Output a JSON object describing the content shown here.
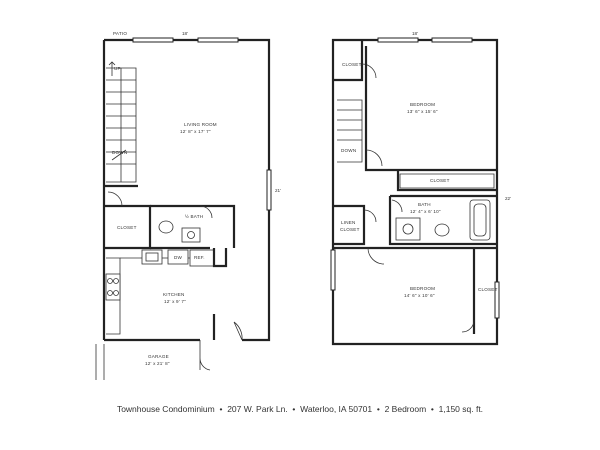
{
  "first_floor": {
    "patio": "PATIO",
    "width_dim": "18'",
    "depth_dim": "21'",
    "stairs_up": "UP",
    "stairs_down": "DOWN",
    "living_room": {
      "name": "LIVING ROOM",
      "size": "12' 8\" x 17' 7\""
    },
    "half_bath": "½ BATH",
    "closet": "CLOSET",
    "dishwasher": "DW",
    "refrigerator": "REF.",
    "kitchen": {
      "name": "KITCHEN",
      "size": "12' x 9' 7\""
    },
    "garage": {
      "name": "GARAGE",
      "size": "12' x 21' 8\""
    }
  },
  "second_floor": {
    "width_dim": "18'",
    "depth_dim": "22'",
    "top_closet": "CLOSET",
    "stairs_down": "DOWN",
    "bedroom_1": {
      "name": "BEDROOM",
      "size": "13' 6\" x 15' 6\""
    },
    "hall_closet": "CLOSET",
    "bath": {
      "name": "BATH",
      "size": "12' 4\" x 6' 10\""
    },
    "linen_closet": {
      "line1": "LINEN",
      "line2": "CLOSET"
    },
    "bedroom_2": {
      "name": "BEDROOM",
      "size": "14' 6\" x 10' 6\""
    },
    "side_closet": "CLOSET"
  },
  "caption": {
    "type": "Townhouse Condominium",
    "address": "207 W. Park Ln.",
    "city": "Waterloo, IA 50701",
    "bedrooms": "2 Bedroom",
    "area": "1,150 sq. ft.",
    "separator": "•"
  }
}
